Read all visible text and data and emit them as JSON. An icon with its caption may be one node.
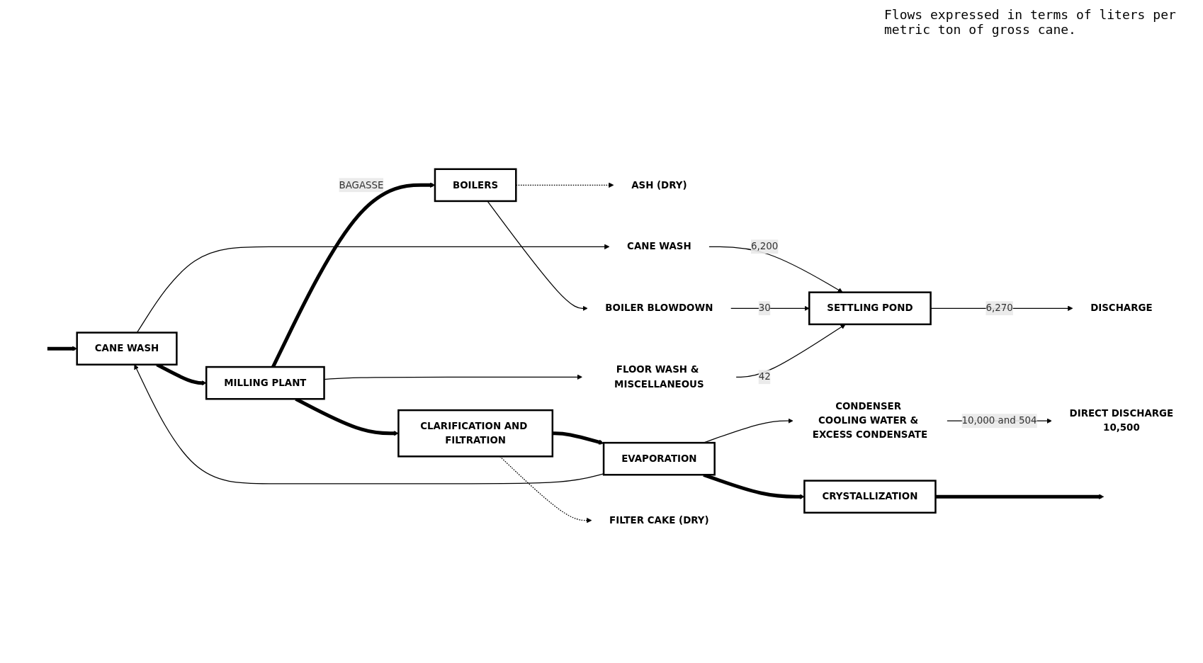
{
  "diagram": {
    "nodes": [
      {
        "text": [
          "BOILERS"
        ]
      },
      {
        "text": [
          "ASH (DRY)"
        ]
      },
      {
        "text": [
          "CANE WASH"
        ]
      },
      {
        "text": [
          "MILLING PLANT"
        ]
      },
      {
        "text": [
          "CLARIFICATION AND FILTRATION"
        ]
      },
      {
        "text": [
          "EVAPORATION"
        ]
      },
      {
        "text": [
          "CRYSTALLIZATION"
        ]
      },
      {
        "text": [
          "CANE WASH"
        ]
      },
      {
        "text": [
          "BOILER BLOWDOWN"
        ]
      },
      {
        "text": [
          "FLOOR WASH & MISCELLANEOUS"
        ]
      },
      {
        "text": [
          "FILTER CAKE (DRY)"
        ]
      },
      {
        "text": [
          "CONDENSER COOLING WATER & EXCESS CONDENSATE"
        ]
      },
      {
        "text": [
          "SETTLING POND"
        ]
      },
      {
        "text": [
          "DIRECT DISCHARGE"
        ],
        "beside": [
          "10,500"
        ]
      },
      {
        "text": [
          "DISCHARGE"
        ]
      }
    ],
    "edges": [
      {
        "from": null,
        "to": 2,
        "arrow": "to",
        "style": "thick"
      },
      {
        "from": 2,
        "to": 3,
        "arrow": "to",
        "style": "thick"
      },
      {
        "from": 3,
        "to": 4,
        "arrow": "to",
        "style": "thick"
      },
      {
        "from": 4,
        "to": 5,
        "arrow": "to",
        "style": "thick"
      },
      {
        "from": 5,
        "to": 6,
        "arrow": "to",
        "style": "thick"
      },
      {
        "from": 6,
        "to": null,
        "arrow": "to",
        "style": "thick"
      },
      {
        "from": 3,
        "to": 0,
        "arrow": "to",
        "label": "BAGASSE",
        "style": "thick"
      },
      {
        "from": 0,
        "to": 1,
        "arrow": "to",
        "style": "dashed"
      },
      {
        "from": 2,
        "to": 7,
        "arrow": "to"
      },
      {
        "from": 0,
        "to": 8,
        "arrow": "to"
      },
      {
        "from": 3,
        "to": 9,
        "arrow": "to"
      },
      {
        "from": 4,
        "to": 10,
        "arrow": "to",
        "style": "dashed"
      },
      {
        "from": 5,
        "to": 11,
        "arrow": "to"
      },
      {
        "from": 5,
        "to": 2,
        "arrow": "to"
      },
      {
        "from": 7,
        "to": 12,
        "arrow": "to",
        "label": "6,200"
      },
      {
        "from": 8,
        "to": 12,
        "arrow": "to",
        "label": "30"
      },
      {
        "from": 9,
        "to": 12,
        "arrow": "to",
        "label": "42"
      },
      {
        "from": 11,
        "to": 13,
        "arrow": "to",
        "label": "10,000 and 504"
      },
      {
        "from": 12,
        "to": 14,
        "arrow": "to",
        "label": "6,270"
      }
    ],
    "labels": [
      "Flows expressed in terms of liters per metric ton of gross cane."
    ]
  }
}
